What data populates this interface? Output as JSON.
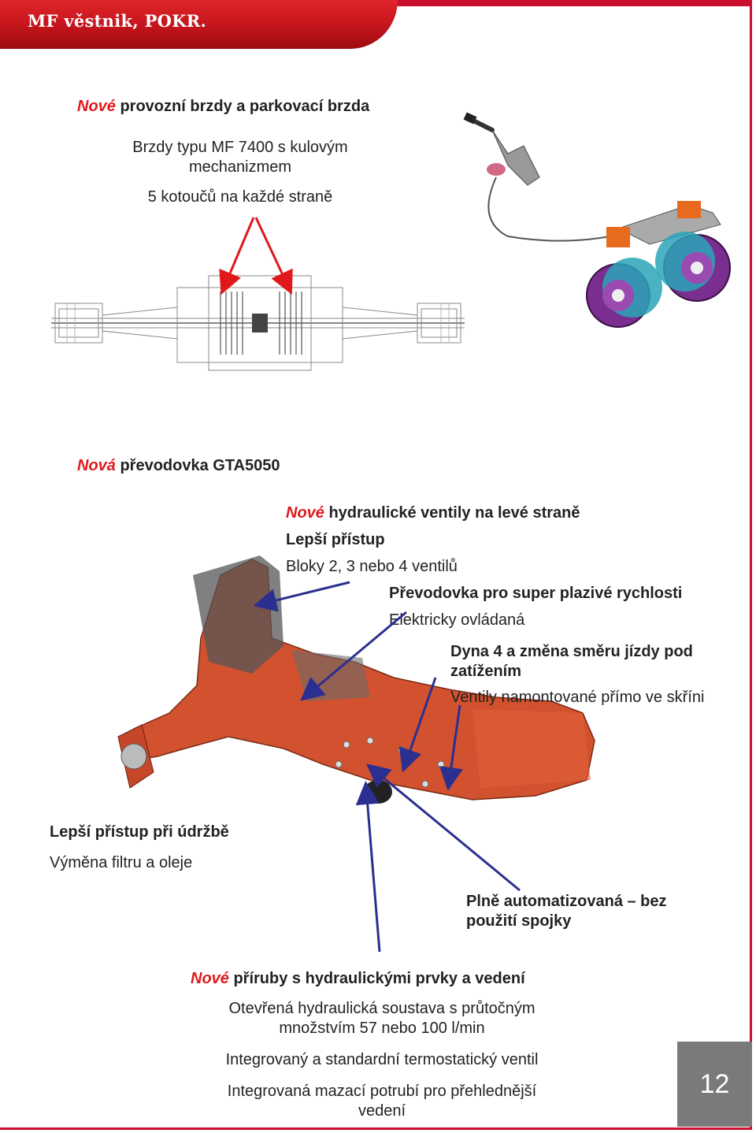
{
  "header": {
    "title": "MF věstnik, POKR."
  },
  "brakes": {
    "heading_new": "Nové",
    "heading_rest": " provozní brzdy a parkovací brzda",
    "line1": "Brzdy typu MF 7400 s kulovým",
    "line2": "mechanizmem",
    "line3": "5 kotoučů na každé straně"
  },
  "gearbox": {
    "heading_new": "Nová",
    "heading_rest": " převodovka GTA5050",
    "valves_new": "Nové",
    "valves_rest": " hydraulické ventily na levé straně",
    "access": "Lepší přístup",
    "blocks": "Bloky 2, 3 nebo 4 ventilů",
    "creeper": "Převodovka pro super plazivé rychlosti",
    "electric": "Elektricky ovládaná",
    "dyna1": "Dyna 4 a změna směru jízdy pod",
    "dyna2": "zatížením",
    "mounted": "Ventily namontované přímo ve skříni",
    "maint": "Lepší přístup při údržbě",
    "filter": "Výměna filtru a oleje",
    "auto1": "Plně automatizovaná – bez",
    "auto2": "použití spojky"
  },
  "flanges": {
    "heading_new": "Nové",
    "heading_rest": " příruby s hydraulickými prvky a vedení",
    "open1": "Otevřená hydraulická soustava s průtočným",
    "open2": "množstvím 57 nebo 100 l/min",
    "thermo": "Integrovaný a standardní termostatický ventil",
    "lube1": "Integrovaná mazací potrubí pro přehlednější",
    "lube2": "vedení"
  },
  "page_number": "12",
  "colors": {
    "accent_red": "#e0181b",
    "header_red": "#c8102e",
    "arrow_blue": "#2b2f8f",
    "gearbox_orange": "#d2522f"
  }
}
